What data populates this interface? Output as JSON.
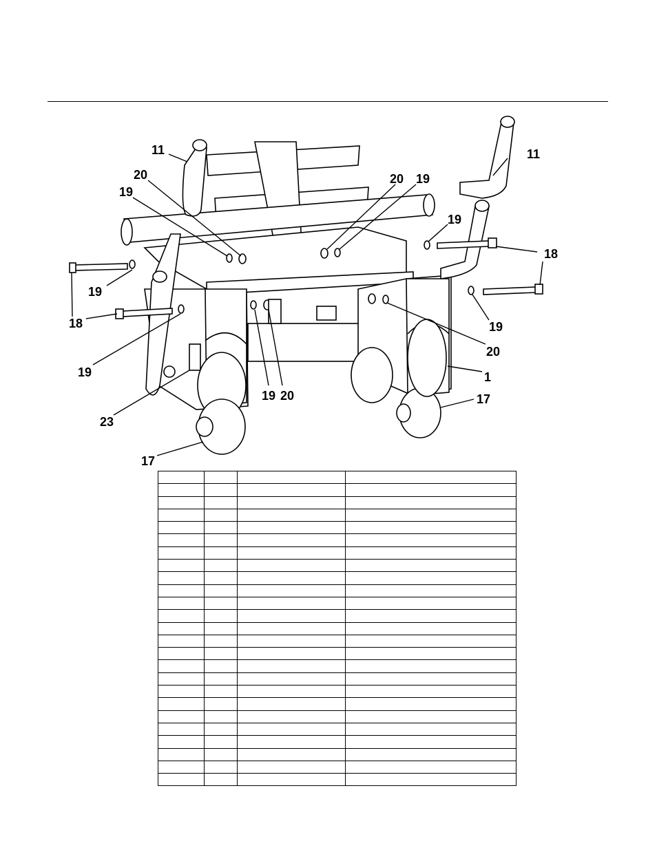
{
  "diagram": {
    "callouts": {
      "c11_left": "11",
      "c11_right": "11",
      "c20_upper_left": "20",
      "c19_upper_left": "19",
      "c20_upper_mid": "20",
      "c19_upper_mid": "19",
      "c19_upper_right": "19",
      "c18_right": "18",
      "c19_left": "19",
      "c18_left": "18",
      "c19_lower_left": "19",
      "c19_right": "19",
      "c20_right": "20",
      "c1_frame": "1",
      "c17_right": "17",
      "c19_center": "19",
      "c20_center": "20",
      "c23": "23",
      "c17_left": "17"
    }
  },
  "parts_table": {
    "row_count": 25,
    "column_count": 4
  }
}
